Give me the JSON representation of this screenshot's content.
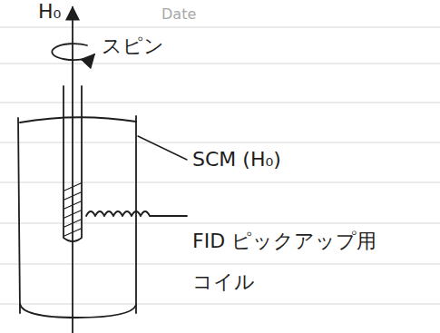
{
  "diagram": {
    "labels": [
      "H₀",
      "Date",
      "スピン",
      "SCM (H₀)",
      "FID ピックアップ用 コイル"
    ]
  }
}
